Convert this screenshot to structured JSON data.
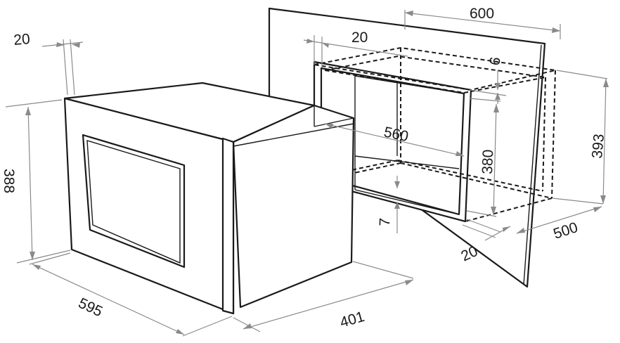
{
  "dimensions": {
    "panel_width": "600",
    "frame_top_depth": "20",
    "gap_top": "6",
    "cutout_height": "393",
    "cutout_depth": "500",
    "inner_width": "560",
    "inner_height": "380",
    "bottom_offset": "7",
    "frame_bottom_depth": "20",
    "oven_front_depth": "20",
    "oven_height": "388",
    "oven_width": "595",
    "oven_depth": "401"
  }
}
